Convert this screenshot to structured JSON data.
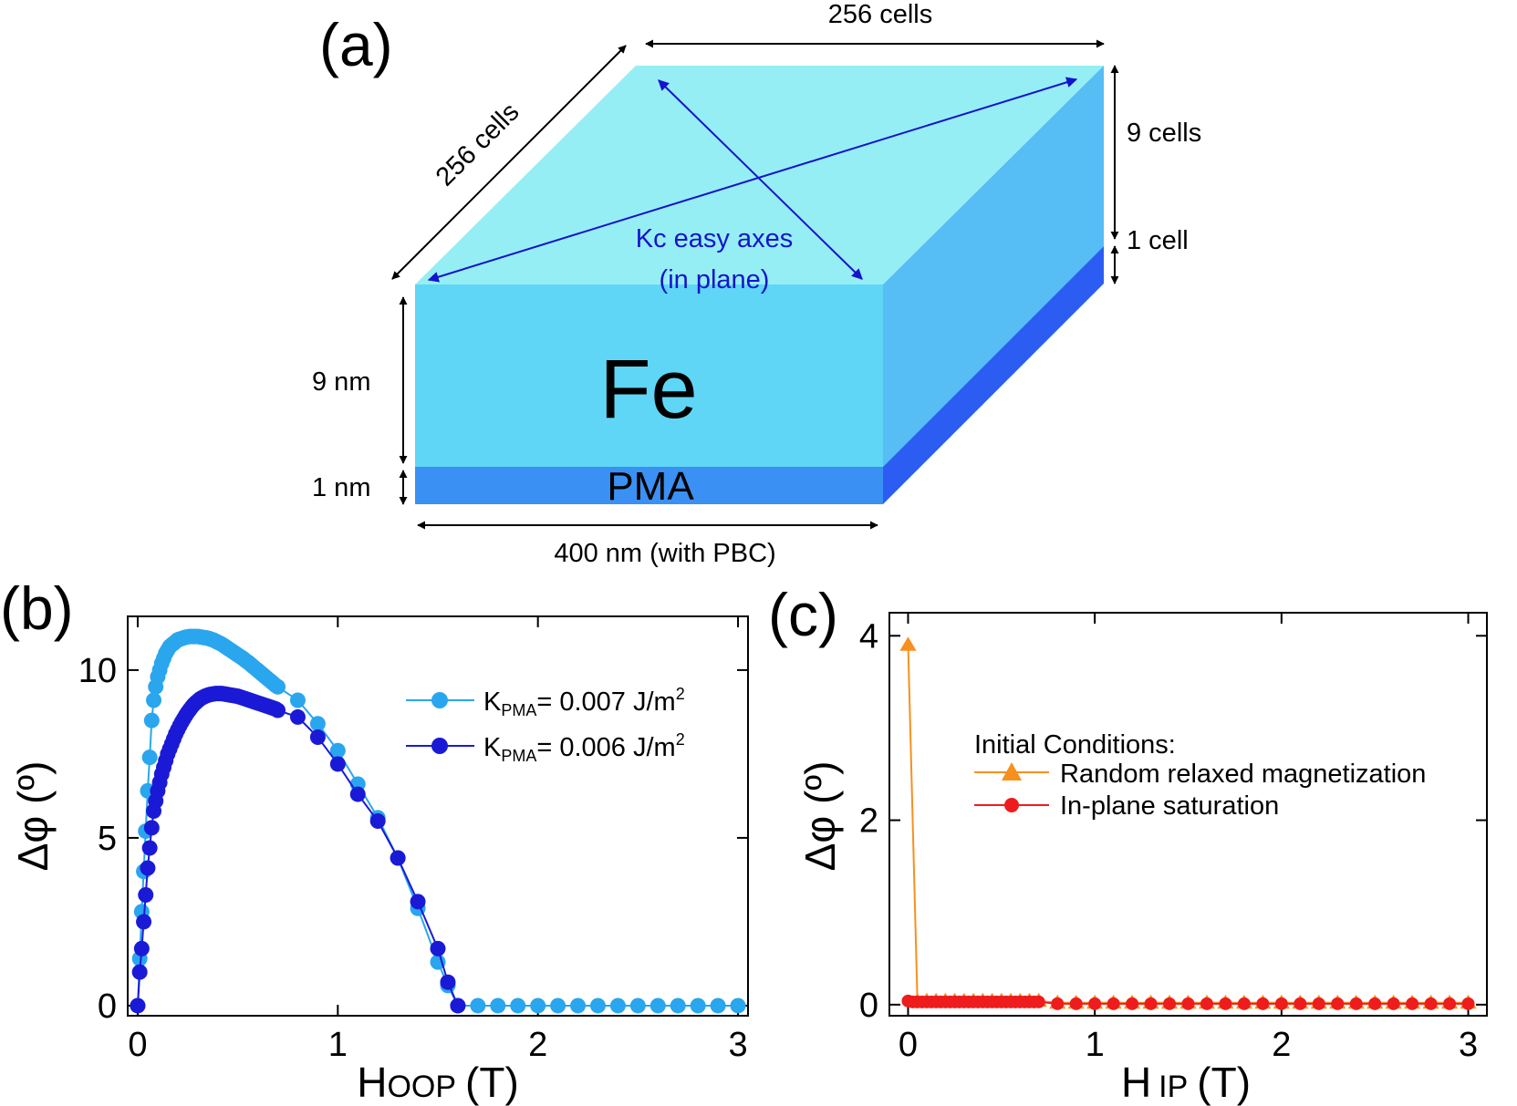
{
  "panel_a": {
    "label": "(a)",
    "dim_top": "256 cells",
    "dim_diag": "256 cells",
    "dim_right_top": "9 cells",
    "dim_right_bottom": "1 cell",
    "dim_left_top": "9 nm",
    "dim_left_bottom": "1 nm",
    "dim_bottom": "400 nm (with PBC)",
    "material": "Fe",
    "layer": "PMA",
    "axes_line1": "Kc easy axes",
    "axes_line2": "(in plane)",
    "colors": {
      "top": "#96eef5",
      "front": "#5fd6f5",
      "side": "#56bdf5",
      "pma_front": "#3a90f3",
      "pma_side": "#2b5df2",
      "axes": "#1414cc"
    }
  },
  "chart_data": [
    {
      "type": "line",
      "panel_label": "(b)",
      "xlabel_main": "H",
      "xlabel_sub": "OOP",
      "xlabel_tail": "(T)",
      "ylabel": "Δφ (º)",
      "xlim": [
        -0.05,
        3.05
      ],
      "ylim": [
        -0.3,
        11.6
      ],
      "xticks": [
        0,
        1,
        2,
        3
      ],
      "yticks": [
        0,
        5,
        10
      ],
      "legend_position": "top-right",
      "series": [
        {
          "name_main": "K",
          "name_sub": "PMA",
          "name_tail": "= 0.007 J/m",
          "name_sup": "2",
          "color": "#2aa6ee",
          "x": [
            0,
            0.01,
            0.02,
            0.03,
            0.04,
            0.05,
            0.06,
            0.07,
            0.08,
            0.09,
            0.1,
            0.11,
            0.12,
            0.13,
            0.14,
            0.15,
            0.16,
            0.17,
            0.18,
            0.19,
            0.2,
            0.21,
            0.22,
            0.23,
            0.24,
            0.25,
            0.26,
            0.27,
            0.28,
            0.29,
            0.3,
            0.31,
            0.32,
            0.33,
            0.34,
            0.35,
            0.36,
            0.37,
            0.38,
            0.39,
            0.4,
            0.41,
            0.42,
            0.43,
            0.44,
            0.45,
            0.46,
            0.47,
            0.48,
            0.49,
            0.5,
            0.51,
            0.52,
            0.53,
            0.54,
            0.55,
            0.56,
            0.57,
            0.58,
            0.59,
            0.6,
            0.61,
            0.62,
            0.63,
            0.64,
            0.65,
            0.66,
            0.67,
            0.68,
            0.69,
            0.7,
            0.8,
            0.9,
            1.0,
            1.1,
            1.2,
            1.3,
            1.4,
            1.5,
            1.55,
            1.6,
            1.7,
            1.8,
            1.9,
            2.0,
            2.1,
            2.2,
            2.3,
            2.4,
            2.5,
            2.6,
            2.7,
            2.8,
            2.9,
            3.0
          ],
          "y": [
            0,
            1.4,
            2.8,
            4.0,
            5.2,
            6.4,
            7.4,
            8.5,
            9.1,
            9.5,
            9.8,
            10.0,
            10.2,
            10.35,
            10.5,
            10.6,
            10.7,
            10.75,
            10.8,
            10.85,
            10.9,
            10.92,
            10.94,
            10.96,
            10.98,
            10.99,
            11.0,
            11.0,
            11.0,
            11.0,
            11.0,
            10.99,
            10.98,
            10.97,
            10.96,
            10.95,
            10.93,
            10.91,
            10.89,
            10.86,
            10.83,
            10.8,
            10.77,
            10.73,
            10.69,
            10.65,
            10.61,
            10.57,
            10.53,
            10.49,
            10.45,
            10.41,
            10.37,
            10.33,
            10.28,
            10.24,
            10.19,
            10.14,
            10.09,
            10.04,
            9.99,
            9.94,
            9.89,
            9.84,
            9.79,
            9.74,
            9.69,
            9.64,
            9.59,
            9.54,
            9.5,
            9.1,
            8.4,
            7.6,
            6.6,
            5.6,
            4.4,
            2.9,
            1.3,
            0.6,
            0.0,
            0,
            0,
            0,
            0,
            0,
            0,
            0,
            0,
            0,
            0,
            0,
            0,
            0,
            0
          ]
        },
        {
          "name_main": "K",
          "name_sub": "PMA",
          "name_tail": "= 0.006 J/m",
          "name_sup": "2",
          "color": "#1a1ad6",
          "x": [
            0,
            0.01,
            0.02,
            0.03,
            0.04,
            0.05,
            0.06,
            0.07,
            0.08,
            0.09,
            0.1,
            0.11,
            0.12,
            0.13,
            0.14,
            0.15,
            0.16,
            0.17,
            0.18,
            0.19,
            0.2,
            0.21,
            0.22,
            0.23,
            0.24,
            0.25,
            0.26,
            0.27,
            0.28,
            0.29,
            0.3,
            0.31,
            0.32,
            0.33,
            0.34,
            0.35,
            0.36,
            0.37,
            0.38,
            0.39,
            0.4,
            0.41,
            0.42,
            0.43,
            0.44,
            0.45,
            0.46,
            0.47,
            0.48,
            0.49,
            0.5,
            0.51,
            0.52,
            0.53,
            0.54,
            0.55,
            0.56,
            0.57,
            0.58,
            0.59,
            0.6,
            0.61,
            0.62,
            0.63,
            0.64,
            0.65,
            0.66,
            0.67,
            0.68,
            0.69,
            0.7,
            0.8,
            0.9,
            1.0,
            1.1,
            1.2,
            1.3,
            1.4,
            1.5,
            1.55,
            1.6
          ],
          "y": [
            0,
            1.0,
            1.7,
            2.5,
            3.3,
            4.1,
            4.7,
            5.3,
            5.8,
            6.1,
            6.4,
            6.65,
            6.9,
            7.1,
            7.3,
            7.5,
            7.65,
            7.8,
            7.95,
            8.1,
            8.22,
            8.34,
            8.45,
            8.55,
            8.65,
            8.74,
            8.82,
            8.9,
            8.97,
            9.03,
            9.08,
            9.13,
            9.17,
            9.2,
            9.23,
            9.25,
            9.27,
            9.28,
            9.29,
            9.3,
            9.3,
            9.3,
            9.3,
            9.29,
            9.28,
            9.27,
            9.26,
            9.25,
            9.24,
            9.23,
            9.22,
            9.2,
            9.18,
            9.16,
            9.14,
            9.12,
            9.1,
            9.08,
            9.06,
            9.04,
            9.02,
            9.0,
            8.98,
            8.96,
            8.94,
            8.92,
            8.9,
            8.88,
            8.86,
            8.84,
            8.8,
            8.6,
            8.0,
            7.2,
            6.3,
            5.5,
            4.4,
            3.1,
            1.7,
            0.7,
            0.0
          ]
        }
      ]
    },
    {
      "type": "line",
      "panel_label": "(c)",
      "xlabel_main": "H",
      "xlabel_sub": "IP",
      "xlabel_tail": "(T)",
      "ylabel": "Δφ (º)",
      "xlim": [
        -0.1,
        3.1
      ],
      "ylim": [
        -0.12,
        4.25
      ],
      "xticks": [
        0,
        1,
        2,
        3
      ],
      "yticks": [
        0,
        2,
        4
      ],
      "legend_title": "Initial Conditions:",
      "legend_position": "center-right",
      "series": [
        {
          "name": "Random relaxed magnetization",
          "color": "#f7901e",
          "marker": "triangle",
          "x": [
            0,
            0.05,
            0.1,
            0.15,
            0.2,
            0.25,
            0.3,
            0.35,
            0.4,
            0.45,
            0.5,
            0.55,
            0.6,
            0.65,
            0.7,
            0.8,
            0.9,
            1.0,
            1.1,
            1.2,
            1.3,
            1.4,
            1.5,
            1.6,
            1.7,
            1.8,
            1.9,
            2.0,
            2.1,
            2.2,
            2.3,
            2.4,
            2.5,
            2.6,
            2.7,
            2.8,
            2.9,
            3.0
          ],
          "y": [
            3.9,
            0.04,
            0.04,
            0.04,
            0.04,
            0.04,
            0.04,
            0.04,
            0.04,
            0.04,
            0.04,
            0.04,
            0.04,
            0.04,
            0.04,
            0.02,
            0.02,
            0.02,
            0.02,
            0.02,
            0.02,
            0.02,
            0.02,
            0.02,
            0.02,
            0.02,
            0.02,
            0.02,
            0.02,
            0.02,
            0.02,
            0.02,
            0.02,
            0.02,
            0.02,
            0.02,
            0.02,
            0.02
          ]
        },
        {
          "name": "In-plane saturation",
          "color": "#ee1c1c",
          "marker": "circle",
          "x": [
            0,
            0.025,
            0.05,
            0.075,
            0.1,
            0.125,
            0.15,
            0.175,
            0.2,
            0.225,
            0.25,
            0.275,
            0.3,
            0.325,
            0.35,
            0.375,
            0.4,
            0.425,
            0.45,
            0.475,
            0.5,
            0.525,
            0.55,
            0.575,
            0.6,
            0.625,
            0.65,
            0.675,
            0.7,
            0.8,
            0.9,
            1.0,
            1.1,
            1.2,
            1.3,
            1.4,
            1.5,
            1.6,
            1.7,
            1.8,
            1.9,
            2.0,
            2.1,
            2.2,
            2.3,
            2.4,
            2.5,
            2.6,
            2.7,
            2.8,
            2.9,
            3.0
          ],
          "y": [
            0.04,
            0.03,
            0.03,
            0.03,
            0.03,
            0.03,
            0.03,
            0.03,
            0.03,
            0.03,
            0.03,
            0.03,
            0.03,
            0.03,
            0.03,
            0.03,
            0.03,
            0.03,
            0.03,
            0.03,
            0.03,
            0.03,
            0.03,
            0.03,
            0.03,
            0.03,
            0.03,
            0.03,
            0.03,
            0.01,
            0.01,
            0.01,
            0.01,
            0.01,
            0.01,
            0.01,
            0.01,
            0.01,
            0.01,
            0.01,
            0.01,
            0.01,
            0.01,
            0.01,
            0.01,
            0.01,
            0.01,
            0.01,
            0.01,
            0.01,
            0.01,
            0.01
          ]
        }
      ]
    }
  ]
}
